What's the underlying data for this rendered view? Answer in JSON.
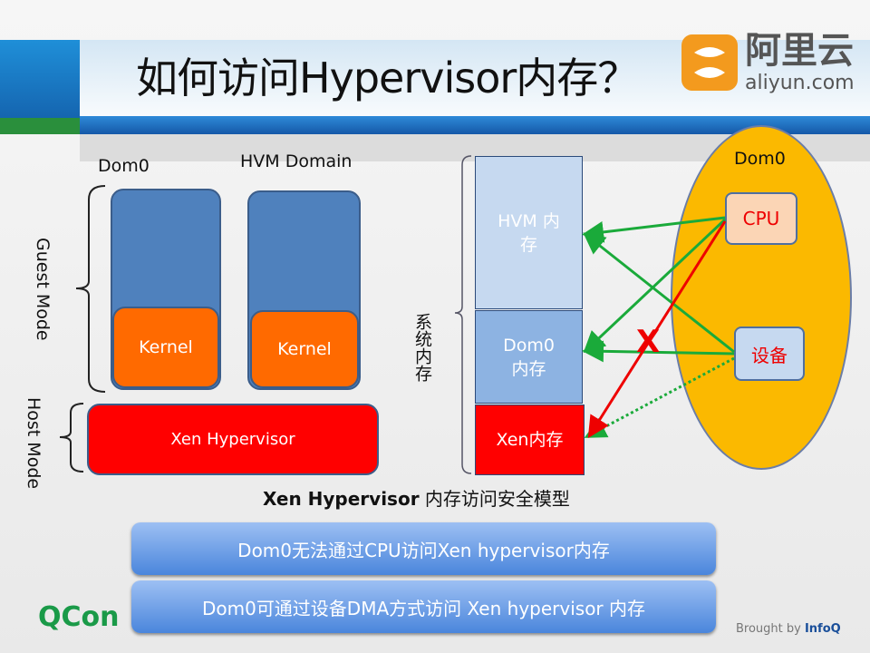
{
  "title": "如何访问Hypervisor内存？",
  "logo": {
    "cn": "阿里云",
    "en": "aliyun.com"
  },
  "left": {
    "dom0": "Dom0",
    "hvm": "HVM Domain",
    "guest_mode": "Guest Mode",
    "host_mode": "Host Mode",
    "kernel1": "Kernel",
    "kernel2": "Kernel",
    "xen": "Xen Hypervisor"
  },
  "memory": {
    "label": "系统内存",
    "hvm": "HVM 内存",
    "dom0": "Dom0 内存",
    "xen": "Xen内存"
  },
  "dom0_ellipse": {
    "label": "Dom0",
    "cpu": "CPU",
    "device": "设备",
    "blocked": "X"
  },
  "caption_bold": "Xen Hypervisor",
  "caption_rest": " 内存访问安全模型",
  "bars": [
    "Dom0无法通过CPU访问Xen hypervisor内存",
    "Dom0可通过设备DMA方式访问 Xen hypervisor 内存"
  ],
  "footer": {
    "qcon": "QCon",
    "brought": "Brought by ",
    "infoq": "InfoQ"
  }
}
